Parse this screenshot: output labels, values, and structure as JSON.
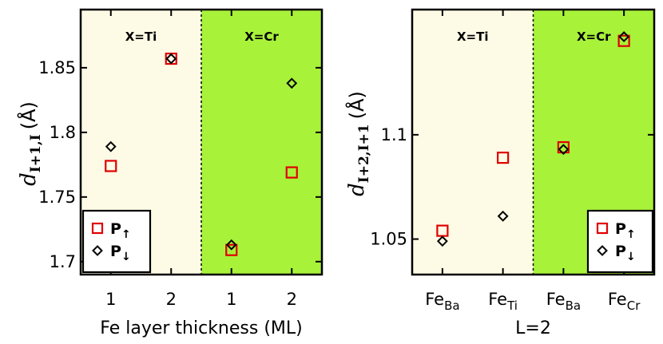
{
  "chart_data": [
    {
      "type": "scatter",
      "ylabel": {
        "symbol": "d",
        "subscript": "I+1,I",
        "unit": "(Å)"
      },
      "xlabel": "Fe layer thickness (ML)",
      "ylim": [
        1.69,
        1.895
      ],
      "yticks": [
        1.7,
        1.75,
        1.8,
        1.85
      ],
      "yticklabels": [
        "1.7",
        "1.75",
        "1.8",
        "1.85"
      ],
      "xticklabels": [
        "1",
        "2",
        "1",
        "2"
      ],
      "regions": [
        {
          "label": "X=Ti",
          "color": "#fdfbe6"
        },
        {
          "label": "X=Cr",
          "color": "#a8f23a"
        }
      ],
      "legend_position": "bottom-left",
      "series": [
        {
          "name": "P↑",
          "symbol": "P",
          "arrow": "↑",
          "marker": "square",
          "color": "#e00000",
          "values": [
            1.774,
            1.857,
            1.709,
            1.769
          ]
        },
        {
          "name": "P↓",
          "symbol": "P",
          "arrow": "↓",
          "marker": "diamond",
          "color": "#000000",
          "values": [
            1.789,
            1.857,
            1.713,
            1.838
          ]
        }
      ]
    },
    {
      "type": "scatter",
      "ylabel": {
        "symbol": "d",
        "subscript": "I+2,I+1",
        "unit": "(Å)"
      },
      "xlabel": "L=2",
      "ylim": [
        1.033,
        1.16
      ],
      "yticks": [
        1.05,
        1.1
      ],
      "yticklabels": [
        "1.05",
        "1.1"
      ],
      "xticklabels": [
        {
          "main": "Fe",
          "sub": "Ba"
        },
        {
          "main": "Fe",
          "sub": "Ti"
        },
        {
          "main": "Fe",
          "sub": "Ba"
        },
        {
          "main": "Fe",
          "sub": "Cr"
        }
      ],
      "regions": [
        {
          "label": "X=Ti",
          "color": "#fdfbe6"
        },
        {
          "label": "X=Cr",
          "color": "#a8f23a"
        }
      ],
      "legend_position": "bottom-right",
      "series": [
        {
          "name": "P↑",
          "symbol": "P",
          "arrow": "↑",
          "marker": "square",
          "color": "#e00000",
          "values": [
            1.054,
            1.089,
            1.094,
            1.145
          ]
        },
        {
          "name": "P↓",
          "symbol": "P",
          "arrow": "↓",
          "marker": "diamond",
          "color": "#000000",
          "values": [
            1.049,
            1.061,
            1.093,
            1.147
          ]
        }
      ]
    }
  ]
}
